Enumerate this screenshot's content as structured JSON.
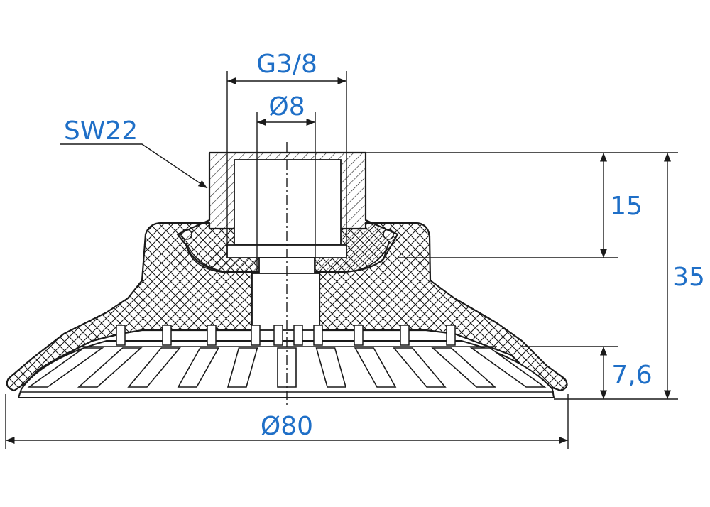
{
  "dimensions": {
    "thread": "G3/8",
    "bore": "Ø8",
    "wrench_size": "SW22",
    "thread_depth": "15",
    "total_height": "35",
    "lip_height": "7,6",
    "diameter": "Ø80"
  },
  "colors": {
    "dimension_text": "#1f6fc7",
    "line": "#1a1a1a",
    "background": "#ffffff"
  }
}
